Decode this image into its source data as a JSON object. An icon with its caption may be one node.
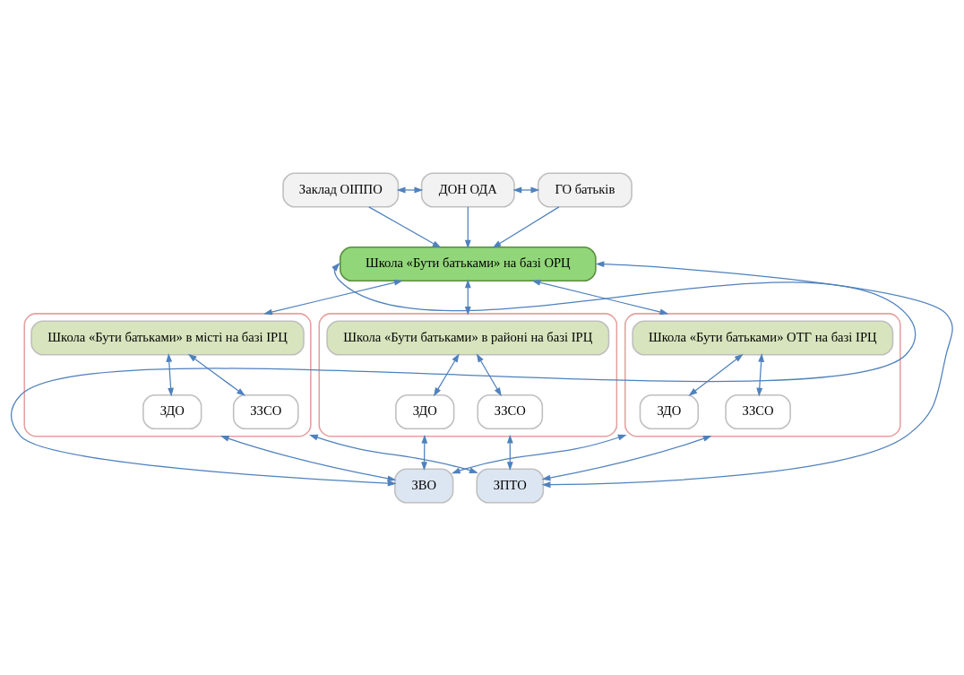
{
  "diagram": {
    "nodes": [
      {
        "text": [
          "Заклад ОІППО"
        ]
      },
      {
        "text": [
          "ДОН ОДА"
        ]
      },
      {
        "text": [
          "ГО батьків"
        ]
      },
      {
        "text": [
          "Школа «Бути батьками» на базі ОРЦ"
        ]
      },
      {
        "text": [],
        "shape": "box"
      },
      {
        "text": [
          "Школа «Бути батьками» в місті на базі ІРЦ"
        ],
        "in": 4
      },
      {
        "text": [
          "ЗДО"
        ],
        "in": 4
      },
      {
        "text": [
          "ЗЗСО"
        ],
        "in": 4
      },
      {
        "text": [],
        "shape": "box"
      },
      {
        "text": [
          "Школа «Бути батьками» в районі на базі ІРЦ"
        ],
        "in": 8
      },
      {
        "text": [
          "ЗДО"
        ],
        "in": 8
      },
      {
        "text": [
          "ЗЗСО"
        ],
        "in": 8
      },
      {
        "text": [],
        "shape": "box"
      },
      {
        "text": [
          "Школа «Бути батьками» ОТГ на базі ІРЦ"
        ],
        "in": 12
      },
      {
        "text": [
          "ЗДО"
        ],
        "in": 12
      },
      {
        "text": [
          "ЗЗСО"
        ],
        "in": 12
      },
      {
        "text": [
          "ЗВО"
        ]
      },
      {
        "text": [
          "ЗПТО"
        ]
      }
    ],
    "edges": [
      {
        "from": 0,
        "to": 1,
        "arrow": "both"
      },
      {
        "from": 1,
        "to": 2,
        "arrow": "both"
      },
      {
        "from": 0,
        "to": 3,
        "arrow": "to"
      },
      {
        "from": 1,
        "to": 3,
        "arrow": "to"
      },
      {
        "from": 2,
        "to": 3,
        "arrow": "to"
      },
      {
        "from": 3,
        "to": 4,
        "arrow": "both"
      },
      {
        "from": 3,
        "to": 8,
        "arrow": "both"
      },
      {
        "from": 3,
        "to": 12,
        "arrow": "both"
      },
      {
        "from": 5,
        "to": 6,
        "arrow": "both"
      },
      {
        "from": 5,
        "to": 7,
        "arrow": "both"
      },
      {
        "from": 9,
        "to": 10,
        "arrow": "both"
      },
      {
        "from": 9,
        "to": 11,
        "arrow": "both"
      },
      {
        "from": 13,
        "to": 14,
        "arrow": "both"
      },
      {
        "from": 13,
        "to": 15,
        "arrow": "both"
      },
      {
        "from": 4,
        "to": 16,
        "arrow": "both"
      },
      {
        "from": 4,
        "to": 17,
        "arrow": "both"
      },
      {
        "from": 8,
        "to": 16,
        "arrow": "both"
      },
      {
        "from": 8,
        "to": 17,
        "arrow": "both"
      },
      {
        "from": 12,
        "to": 16,
        "arrow": "both"
      },
      {
        "from": 12,
        "to": 17,
        "arrow": "both"
      },
      {
        "from": 3,
        "to": 16,
        "arrow": "both"
      },
      {
        "from": 3,
        "to": 17,
        "arrow": "both"
      }
    ]
  }
}
